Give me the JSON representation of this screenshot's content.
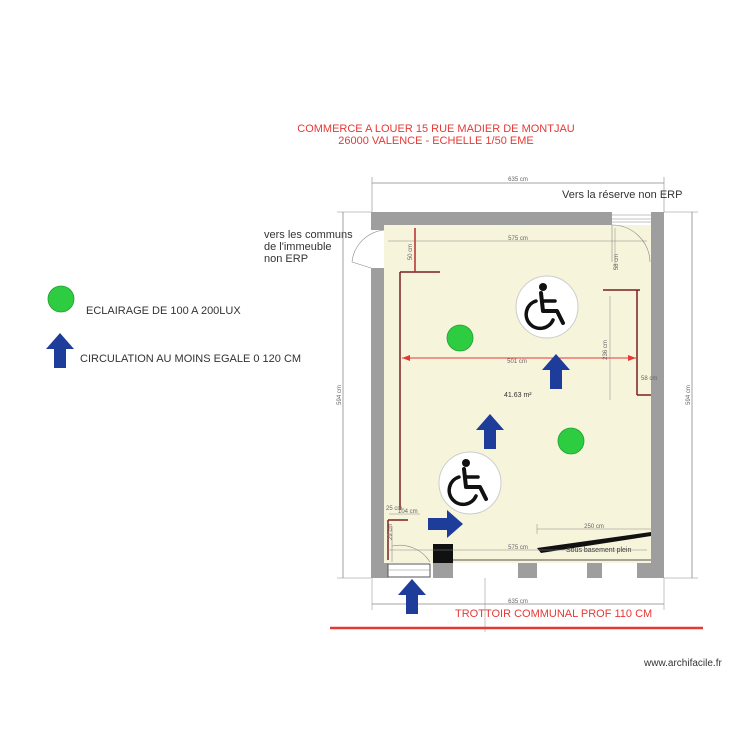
{
  "title": {
    "line1": "COMMERCE  A LOUER 15 RUE MADIER DE MONTJAU",
    "line2": "26000 VALENCE - ECHELLE 1/50 EME"
  },
  "labels": {
    "reserve": "Vers la réserve non ERP",
    "communs_1": "vers les communs",
    "communs_2": "de l'immeuble",
    "communs_3": "non ERP",
    "sidewalk": "TROTTOIR COMMUNAL PROF 110 CM",
    "basement": "Sous basement plein",
    "area": "41.63 m²"
  },
  "legend": {
    "lighting": "ECLAIRAGE DE 100 A 200LUX",
    "circulation": "CIRCULATION AU MOINS EGALE 0 120 CM"
  },
  "dimensions": {
    "top_outer": "635 cm",
    "top_inner": "575 cm",
    "bottom_inner": "575 cm",
    "bottom_outer": "635 cm",
    "left_outer": "594 cm",
    "right_outer": "594 cm",
    "inner_width": "501 cm",
    "right_height": "236 cm",
    "upper_left_height": "50 cm",
    "upper_right_height": "58 cm",
    "right_side_small": "58 cm",
    "lower_left_width": "104 cm",
    "lower_left_height": "25 cm",
    "lower_right_width": "250 cm",
    "left_small": "29 cm"
  },
  "footer": {
    "url": "www.archifacile.fr"
  },
  "colors": {
    "wall": "#9e9e9e",
    "floor": "#f7f4dc",
    "title": "#e53935",
    "light": "#2ecc40",
    "arrow": "#1e3c9a",
    "dimension_red": "#e53935",
    "partition": "#7a1f1f"
  },
  "icons": {
    "light": "green-circle",
    "circulation": "blue-up-arrow",
    "accessibility": "wheelchair"
  }
}
